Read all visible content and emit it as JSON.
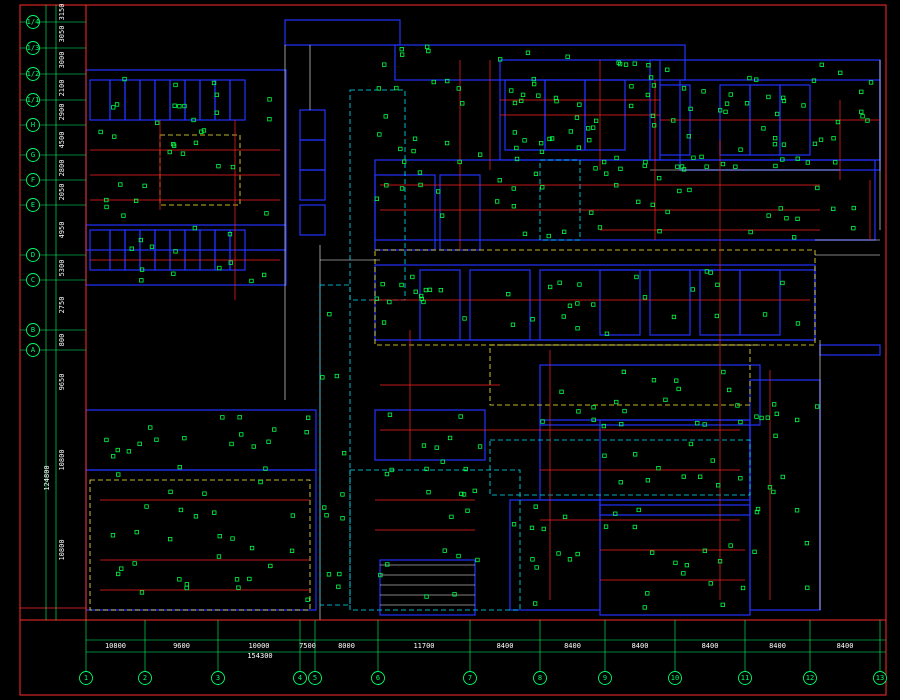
{
  "colors": {
    "background": "#000000",
    "frame": "#ff2a2a",
    "wall": "#2233ff",
    "wall_light": "#ffffff",
    "device": "#00ff44",
    "wire": "#ff2222",
    "axis": "#00ff66",
    "cyan_dash": "#00e5ff",
    "yellow_dash": "#ffee33",
    "white": "#ffffff"
  },
  "left_axes": {
    "bubbles": [
      "1/4",
      "1/3",
      "1/2",
      "1/1",
      "H",
      "G",
      "F",
      "E",
      "D",
      "C",
      "B",
      "A"
    ],
    "dims": [
      "3150",
      "3050",
      "3000",
      "2100",
      "2900",
      "4500",
      "2800",
      "2050",
      "4950",
      "5300",
      "2750",
      "800",
      "9650",
      "10800",
      "10800"
    ],
    "overall": "124800"
  },
  "bottom_axes": {
    "dims": [
      "10800",
      "9600",
      "10000",
      "7500",
      "8000",
      "11700",
      "8400",
      "8400",
      "8400",
      "8400",
      "8400",
      "8400"
    ],
    "overall": "154300",
    "bubbles": [
      "1",
      "2",
      "3",
      "4",
      "5",
      "6",
      "7",
      "8",
      "9",
      "10",
      "11",
      "12",
      "13"
    ]
  }
}
